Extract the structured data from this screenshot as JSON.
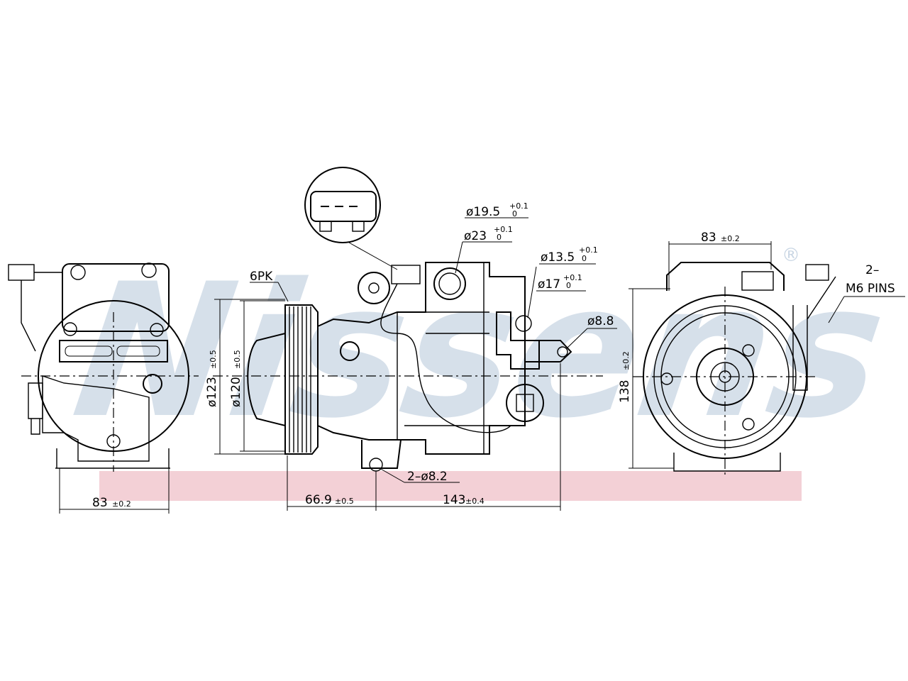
{
  "watermark": {
    "brand": "Nissens",
    "registered_mark": "®",
    "color": "#c9d6e4",
    "stripe_color": "#f3d0d6"
  },
  "connector_detail_label": "",
  "dimensions": {
    "left_view_width": {
      "value": "83",
      "tol": "±0.2"
    },
    "right_view_width": {
      "value": "83",
      "tol": "±0.2"
    },
    "right_view_height": {
      "value": "138",
      "tol": "±0.2"
    },
    "pulley_outer_dia": {
      "value": "ø123",
      "tol": "±0.5"
    },
    "pulley_inner_dia": {
      "value": "ø120",
      "tol": "±0.5"
    },
    "pulley_offset": {
      "value": "66.9",
      "tol": "±0.5"
    },
    "overall_length": {
      "value": "143",
      "tol": "±0.4"
    },
    "belt_type": "6PK",
    "port_1_dia": {
      "value": "ø19.5",
      "upper": "+0.1",
      "lower": "0"
    },
    "port_2_dia": {
      "value": "ø23",
      "upper": "+0.1",
      "lower": "0"
    },
    "port_3_dia": {
      "value": "ø13.5",
      "upper": "+0.1",
      "lower": "0"
    },
    "port_4_dia": {
      "value": "ø17",
      "upper": "+0.1",
      "lower": "0"
    },
    "mount_hole_single": "ø8.8",
    "mount_holes": "2–ø8.2",
    "pins_count": "2–",
    "pins_type": "M6  PINS"
  }
}
